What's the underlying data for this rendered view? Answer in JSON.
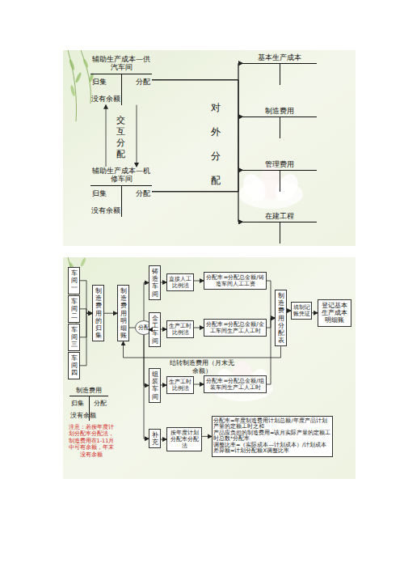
{
  "diagram": {
    "nodes": [
      {
        "text": [
          "辅助生产成本—供汽车间",
          "归集",
          "分配",
          "没有余额"
        ]
      },
      {
        "text": [
          "辅助生产成本—机修车间",
          "归集",
          "分配",
          "没有余额"
        ]
      },
      {
        "text": [
          "基本生产成本"
        ]
      },
      {
        "text": [
          "制造费用"
        ]
      },
      {
        "text": [
          "管理费用"
        ]
      },
      {
        "text": [
          "在建工程"
        ]
      },
      {
        "text": [
          "车间一"
        ]
      },
      {
        "text": [
          "车间二"
        ]
      },
      {
        "text": [
          "车间三"
        ]
      },
      {
        "text": [
          "车间四"
        ]
      },
      {
        "text": [
          "制造费用的归集"
        ]
      },
      {
        "text": [
          "制造费用明细账"
        ]
      },
      {
        "text": [
          "分配"
        ]
      },
      {
        "text": [
          "铸造车间"
        ]
      },
      {
        "text": [
          "金工车间"
        ]
      },
      {
        "text": [
          "组装车间"
        ]
      },
      {
        "text": [
          "补充"
        ]
      },
      {
        "text": [
          "直接人工比例法"
        ]
      },
      {
        "text": [
          "生产工时比例法"
        ]
      },
      {
        "text": [
          "生产工时比例法"
        ]
      },
      {
        "text": [
          "按年度计划分配率分配法"
        ]
      },
      {
        "text": [
          "分配率=分配总金额/铸造车间人工工资"
        ]
      },
      {
        "text": [
          "分配率=分配总金额/金工车间生产工人工时"
        ]
      },
      {
        "text": [
          "分配率=分配总金额/组装车间生产工人工时"
        ]
      },
      {
        "text": [
          "分配率=年度制造费用计划总额/年度产品计划产量的定额工时之和",
          "产品应负担的制造费用=该月实际产量的定额工时总数*分配率",
          "调整比率=（实际成本—计划成本）/计划成本",
          "差异额=计划分配额X调整比率"
        ]
      },
      {
        "text": [
          "制造费用分配表"
        ]
      },
      {
        "text": [
          "填制记账凭证"
        ]
      },
      {
        "text": [
          "登记基本生产成本明细账"
        ]
      },
      {
        "text": [
          "制造费用",
          "归集",
          "分配",
          "没有余额"
        ]
      }
    ],
    "edges": [
      {
        "from": 0,
        "to": 1,
        "arrow": "to"
      },
      {
        "from": 1,
        "to": 0,
        "arrow": "to"
      },
      {
        "from": 0,
        "to": 2,
        "arrow": "to"
      },
      {
        "from": 0,
        "to": 3,
        "arrow": "to"
      },
      {
        "from": 0,
        "to": 4,
        "arrow": "to"
      },
      {
        "from": 0,
        "to": 5,
        "arrow": "to"
      },
      {
        "from": 1,
        "to": 2,
        "arrow": "to"
      },
      {
        "from": 1,
        "to": 3,
        "arrow": "to"
      },
      {
        "from": 1,
        "to": 4,
        "arrow": "to"
      },
      {
        "from": 1,
        "to": 5,
        "arrow": "to"
      },
      {
        "from": 6,
        "to": 10,
        "arrow": "to"
      },
      {
        "from": 7,
        "to": 10,
        "arrow": "to"
      },
      {
        "from": 8,
        "to": 10,
        "arrow": "to"
      },
      {
        "from": 9,
        "to": 10,
        "arrow": "to"
      },
      {
        "from": 10,
        "to": 11,
        "arrow": "to"
      },
      {
        "from": 11,
        "to": 12,
        "arrow": "none"
      },
      {
        "from": 12,
        "to": 13,
        "arrow": "to"
      },
      {
        "from": 12,
        "to": 14,
        "arrow": "to"
      },
      {
        "from": 12,
        "to": 15,
        "arrow": "to"
      },
      {
        "from": 12,
        "to": 16,
        "arrow": "to"
      },
      {
        "from": 13,
        "to": 17,
        "arrow": "to"
      },
      {
        "from": 14,
        "to": 18,
        "arrow": "to"
      },
      {
        "from": 15,
        "to": 19,
        "arrow": "to"
      },
      {
        "from": 16,
        "to": 20,
        "arrow": "to"
      },
      {
        "from": 17,
        "to": 21,
        "arrow": "to"
      },
      {
        "from": 18,
        "to": 22,
        "arrow": "to"
      },
      {
        "from": 19,
        "to": 23,
        "arrow": "to"
      },
      {
        "from": 20,
        "to": 24,
        "arrow": "to"
      },
      {
        "from": 21,
        "to": 25,
        "arrow": "to"
      },
      {
        "from": 22,
        "to": 25,
        "arrow": "to"
      },
      {
        "from": 23,
        "to": 25,
        "arrow": "to"
      },
      {
        "from": 25,
        "to": 26,
        "arrow": "to"
      },
      {
        "from": 26,
        "to": 27,
        "arrow": "to"
      },
      {
        "from": 25,
        "to": 11,
        "label": "结转制造费用（月末无余额）",
        "arrow": "to"
      }
    ],
    "labels": [
      "交互分配",
      "对外分配",
      "注意：若按年度计划分配率分配法，制造费用在1-11月中可有余额，年末没有余额"
    ]
  }
}
